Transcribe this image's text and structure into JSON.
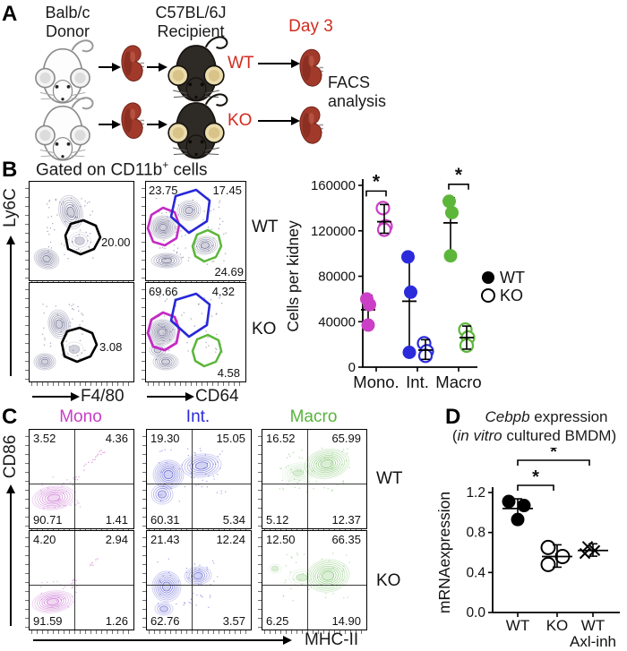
{
  "colors": {
    "accent_red": "#d32b1e",
    "magenta": "#c32cc3",
    "blue": "#2727d8",
    "green": "#5cb63a",
    "flow_contour": "#5d5d85",
    "kidney": "#a23a2b"
  },
  "panelA": {
    "label": "A",
    "donor": {
      "line1": "Balb/c",
      "line2": "Donor"
    },
    "recipient": {
      "line1": "C57BL/6J",
      "line2": "Recipient"
    },
    "day": "Day 3",
    "rows": [
      {
        "group": "WT"
      },
      {
        "group": "KO"
      }
    ],
    "facs": {
      "line1": "FACS",
      "line2": "analysis"
    }
  },
  "panelB": {
    "label": "B",
    "title": {
      "pre": "Gated on CD11b",
      "sup": "+",
      "post": " cells"
    },
    "y_axis": "Ly6C",
    "x_axis_left": "F4/80",
    "x_axis_right": "CD64",
    "rows": [
      {
        "group": "WT",
        "f480_gate_pct": "20.00",
        "cd64_tl": "23.75",
        "cd64_tr": "17.45",
        "cd64_br": "24.69"
      },
      {
        "group": "KO",
        "f480_gate_pct": "3.08",
        "cd64_tl": "69.66",
        "cd64_tr": "4.32",
        "cd64_br": "4.58"
      }
    ]
  },
  "panelC": {
    "label": "C",
    "columns": [
      {
        "label": "Mono",
        "color": "#c73fc7"
      },
      {
        "label": "Int.",
        "color": "#2b2bd8"
      },
      {
        "label": "Macro",
        "color": "#58b43c"
      }
    ],
    "y_axis": "CD86",
    "x_axis": "MHC-II",
    "rows": [
      {
        "group": "WT",
        "plots": [
          {
            "tl": "3.52",
            "tr": "4.36",
            "bl": "90.71",
            "br": "1.41"
          },
          {
            "tl": "19.30",
            "tr": "15.05",
            "bl": "60.31",
            "br": "5.34"
          },
          {
            "tl": "16.52",
            "tr": "65.99",
            "bl": "5.12",
            "br": "12.37"
          }
        ]
      },
      {
        "group": "KO",
        "plots": [
          {
            "tl": "4.20",
            "tr": "2.94",
            "bl": "91.59",
            "br": "1.26"
          },
          {
            "tl": "21.43",
            "tr": "12.24",
            "bl": "62.76",
            "br": "3.57"
          },
          {
            "tl": "12.50",
            "tr": "66.35",
            "bl": "6.25",
            "br": "14.90"
          }
        ]
      }
    ]
  },
  "panelD": {
    "label": "D",
    "title": {
      "italic": "Cebpb",
      "rest": " expression"
    },
    "subtitle": {
      "pre": "(",
      "italic": "in vitro",
      "rest": " cultured BMDM)"
    }
  },
  "chart_data": [
    {
      "id": "cells-per-kidney",
      "type": "scatter",
      "title": "",
      "ylabel": "Cells per kidney",
      "ylim": [
        0,
        160000
      ],
      "yticks": [
        0,
        40000,
        80000,
        120000,
        160000
      ],
      "categories": [
        "Mono.",
        "Int.",
        "Macro"
      ],
      "category_colors": [
        "#cb3fc6",
        "#2b2bdc",
        "#5cb63a"
      ],
      "series": [
        {
          "name": "WT",
          "marker": "filled",
          "values": [
            [
              60000,
              55000,
              37000
            ],
            [
              97000,
              66000,
              13000
            ],
            [
              146000,
              136000,
              98000
            ]
          ],
          "means": [
            50500,
            58000,
            127000
          ]
        },
        {
          "name": "KO",
          "marker": "open",
          "values": [
            [
              140000,
              124000,
              121000
            ],
            [
              21000,
              14000,
              10000
            ],
            [
              33000,
              26000,
              19000
            ]
          ],
          "means": [
            128000,
            15000,
            26000
          ]
        }
      ],
      "significance": [
        {
          "category": "Mono.",
          "label": "*"
        },
        {
          "category": "Macro",
          "label": "*"
        }
      ],
      "legend": [
        {
          "marker": "filled",
          "label": "WT"
        },
        {
          "marker": "open",
          "label": "KO"
        }
      ],
      "legend_position": "right"
    },
    {
      "id": "cebpb-expression",
      "type": "scatter",
      "title": "Cebpb expression",
      "subtitle": "(in vitro cultured BMDM)",
      "ylabel": "mRNAexpression",
      "ylim": [
        0,
        1.2
      ],
      "yticks": [
        0.0,
        0.4,
        0.8,
        1.2
      ],
      "categories": [
        "WT",
        "KO",
        "WT"
      ],
      "sublabels": [
        "",
        "",
        "Axl-inh"
      ],
      "groups": [
        {
          "label": "WT",
          "marker": "filled-circle",
          "values": [
            1.11,
            1.07,
            0.93
          ],
          "mean": 1.04
        },
        {
          "label": "KO",
          "marker": "open-circle",
          "values": [
            0.65,
            0.56,
            0.48
          ],
          "mean": 0.56
        },
        {
          "label": "WT Axl-inh",
          "marker": "x",
          "values": [
            0.66,
            0.62,
            0.59
          ],
          "mean": 0.62
        }
      ],
      "significance": [
        {
          "from": 0,
          "to": 1,
          "label": "*"
        },
        {
          "from": 0,
          "to": 2,
          "label": "*"
        }
      ]
    }
  ]
}
